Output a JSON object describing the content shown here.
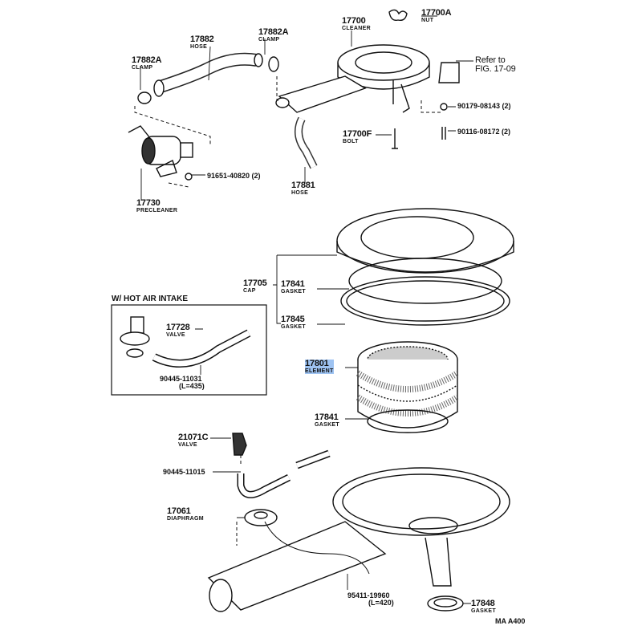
{
  "labels": {
    "hose_17882": {
      "num": "17882",
      "name": "HOSE"
    },
    "clamp_right": {
      "num": "17882A",
      "name": "CLAMP"
    },
    "clamp_left": {
      "num": "17882A",
      "name": "CLAMP"
    },
    "cleaner": {
      "num": "17700",
      "name": "CLEANER"
    },
    "nut": {
      "num": "17700A",
      "name": "NUT"
    },
    "refer": {
      "line1": "Refer to",
      "line2": "FIG. 17-09"
    },
    "p90179": "90179-08143 (2)",
    "p90116": "90116-08172 (2)",
    "bolt": {
      "num": "17700F",
      "name": "BOLT"
    },
    "hose_17881": {
      "num": "17881",
      "name": "HOSE"
    },
    "p91651": "91651-40820 (2)",
    "precleaner": {
      "num": "17730",
      "name": "PRECLEANER"
    },
    "cap": {
      "num": "17705",
      "name": "CAP"
    },
    "gasket_17841_top": {
      "num": "17841",
      "name": "GASKET"
    },
    "gasket_17845": {
      "num": "17845",
      "name": "GASKET"
    },
    "hot_air_title": "W/ HOT AIR INTAKE",
    "valve_17728": {
      "num": "17728",
      "name": "VALVE"
    },
    "hose_90445_11031": {
      "num": "90445-11031",
      "len": "(L=435)"
    },
    "element": {
      "num": "17801",
      "name": "ELEMENT"
    },
    "gasket_17841_bottom": {
      "num": "17841",
      "name": "GASKET"
    },
    "valve_21071c": {
      "num": "21071C",
      "name": "VALVE"
    },
    "p90445_11015": "90445-11015",
    "diaphragm": {
      "num": "17061",
      "name": "DIAPHRAGM"
    },
    "hose_95411": {
      "num": "95411-19960",
      "len": "(L=420)"
    },
    "gasket_17848": {
      "num": "17848",
      "name": "GASKET"
    },
    "figure_code": "MA  A400"
  },
  "colors": {
    "highlight": "#9ec3f2",
    "ink": "#111111"
  }
}
